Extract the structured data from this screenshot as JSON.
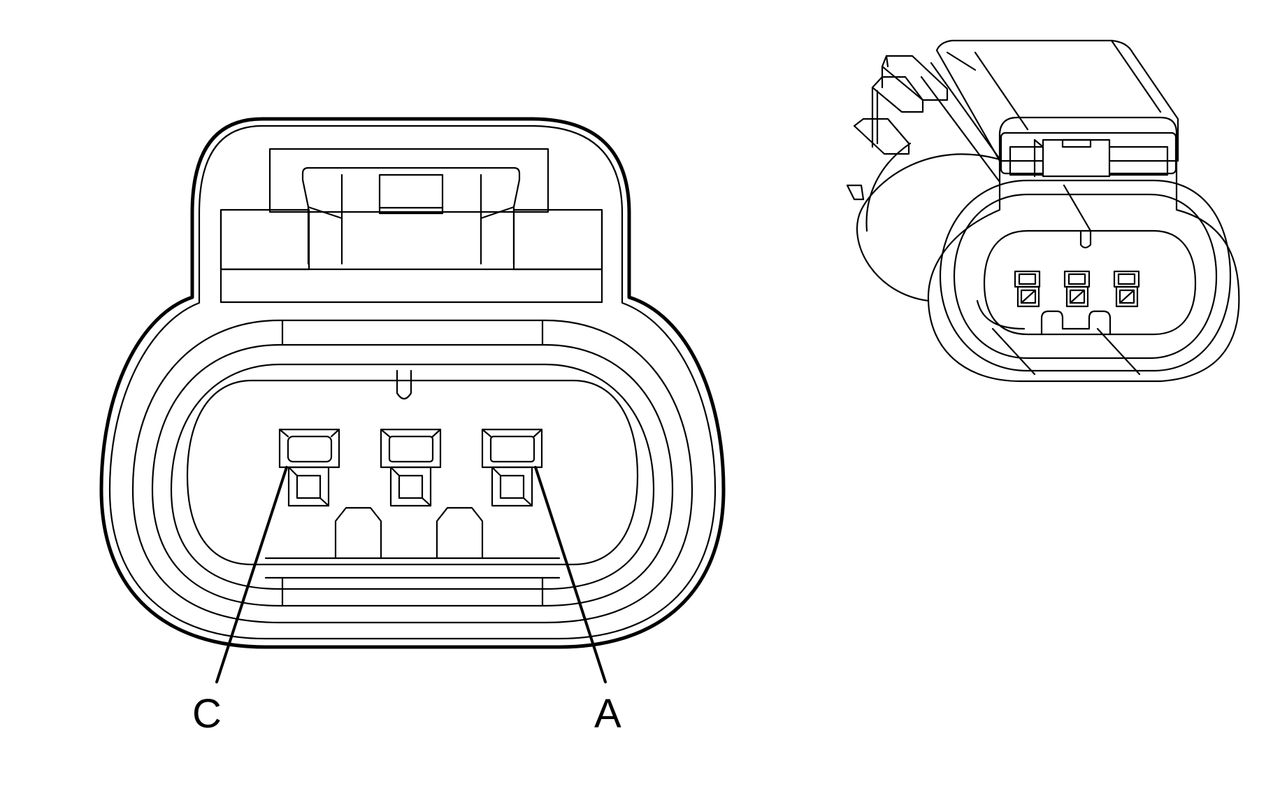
{
  "figure": {
    "type": "connector-end-view",
    "views": [
      "front-view",
      "isometric-view"
    ],
    "stroke_color": "#000000",
    "background_color": "#ffffff"
  },
  "pins": {
    "left": {
      "label": "C"
    },
    "middle": {
      "label": ""
    },
    "right": {
      "label": "A"
    }
  },
  "callouts": [
    {
      "pin": "left",
      "label": "C"
    },
    {
      "pin": "right",
      "label": "A"
    }
  ]
}
